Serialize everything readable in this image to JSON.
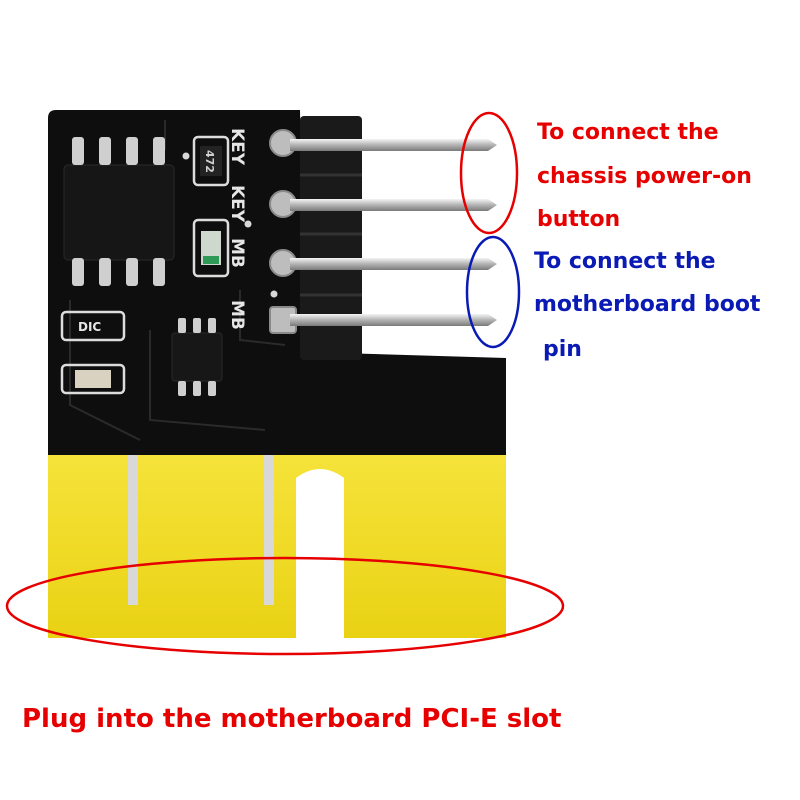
{
  "silkscreen": {
    "key1": "KEY",
    "key2": "KEY",
    "mb1": "MB",
    "mb2": "MB",
    "resistor": "472",
    "diode": "DIC"
  },
  "callouts": {
    "power_button": [
      "To connect the",
      "chassis power-on",
      "button"
    ],
    "boot_pin": [
      "To connect the",
      "motherboard boot",
      "pin"
    ],
    "pcie": "Plug into the motherboard PCI-E slot"
  },
  "colors": {
    "red_annotation": "#e60000",
    "blue_annotation": "#0a1ab4",
    "pcb": "#0d0d0d",
    "gold_finger": "#f2dc1c"
  }
}
